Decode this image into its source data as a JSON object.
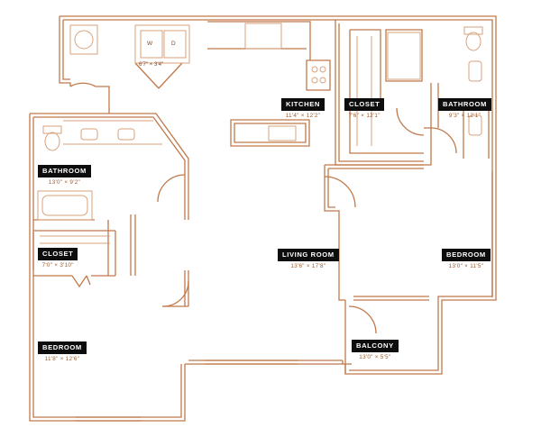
{
  "rooms": {
    "kitchen": {
      "name": "KITCHEN",
      "dims": "11'4\" × 12'2\""
    },
    "closet_master": {
      "name": "CLOSET",
      "dims": "7'6\" × 12'1\""
    },
    "bathroom_master": {
      "name": "BATHROOM",
      "dims": "9'3\" × 12'1\""
    },
    "bathroom_second": {
      "name": "BATHROOM",
      "dims": "13'0\" × 9'2\""
    },
    "closet_second": {
      "name": "CLOSET",
      "dims": "7'0\" × 3'10\""
    },
    "living_room": {
      "name": "LIVING ROOM",
      "dims": "13'6\" × 17'8\""
    },
    "bedroom_master": {
      "name": "BEDROOM",
      "dims": "13'0\" × 11'5\""
    },
    "bedroom_second": {
      "name": "BEDROOM",
      "dims": "11'8\" × 12'6\""
    },
    "balcony": {
      "name": "BALCONY",
      "dims": "13'0\" × 5'5\""
    },
    "laundry": {
      "dims": "6'7\" × 3'4\""
    }
  },
  "fixtures": {
    "washer": "W",
    "dryer": "D"
  },
  "colors": {
    "wall": "#c0784a",
    "fixture": "#d9a27e",
    "tag_bg": "#0d0d0d",
    "tag_text": "#ffffff",
    "dim_text": "#9a5a2e"
  }
}
